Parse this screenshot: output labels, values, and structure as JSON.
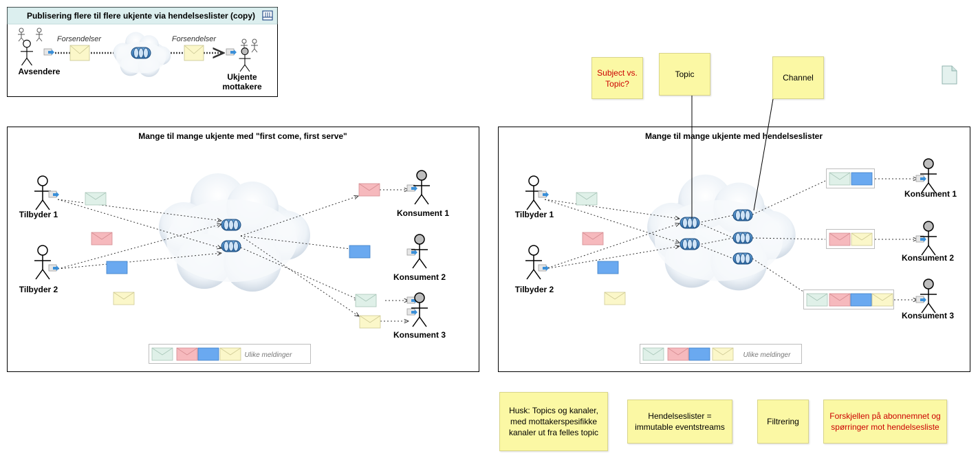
{
  "panels": {
    "top": {
      "title": "Publisering flere til flere ukjente via hendelseslister (copy)",
      "forsendelser_left": "Forsendelser",
      "forsendelser_right": "Forsendelser",
      "avsendere": "Avsendere",
      "ukjente_line1": "Ukjente",
      "ukjente_line2": "mottakere"
    },
    "left": {
      "title": "Mange til mange ukjente med \"first come, first serve\"",
      "tilbyder1": "Tilbyder 1",
      "tilbyder2": "Tilbyder 2",
      "konsument1": "Konsument 1",
      "konsument2": "Konsument 2",
      "konsument3": "Konsument 3",
      "legend": "Ulike meldinger"
    },
    "right": {
      "title": "Mange til mange ukjente med hendelseslister",
      "tilbyder1": "Tilbyder 1",
      "tilbyder2": "Tilbyder 2",
      "konsument1": "Konsument 1",
      "konsument2": "Konsument 2",
      "konsument3": "Konsument 3",
      "legend": "Ulike meldinger"
    }
  },
  "notes": {
    "subject": "Subject vs. Topic?",
    "topic": "Topic",
    "channel": "Channel",
    "husk": "Husk: Topics og kanaler, med mottakerspesifikke kanaler ut fra felles topic",
    "hendelseslister": "Hendelseslister = immutable eventstreams",
    "filtrering": "Filtrering",
    "forskjellen": "Forskjellen på abonnemnet og spørringer mot hendelsesliste"
  },
  "colors": {
    "msg_green": "#dff0e8",
    "msg_red": "#f6b9bd",
    "msg_blue": "#6aa9f0",
    "msg_yellow": "#fbf7c9",
    "queue_blue": "#3a7fc1",
    "note_yellow": "#fbf8a4",
    "note_red_text": "#cc0000"
  },
  "icons": [
    "actor-icon",
    "cloud-icon",
    "queue-icon",
    "envelope-icon",
    "document-icon",
    "view-icon"
  ]
}
